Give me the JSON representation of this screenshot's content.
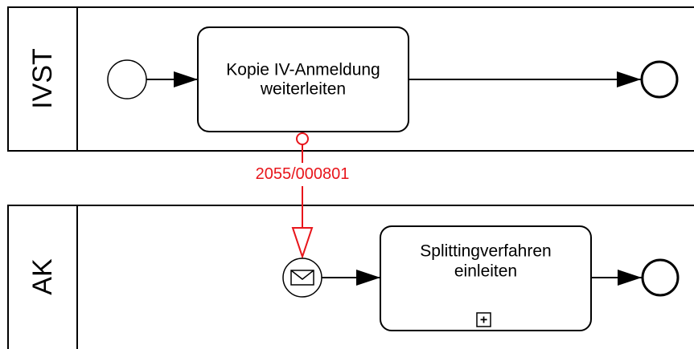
{
  "pools": [
    {
      "name": "IVST"
    },
    {
      "name": "AK"
    }
  ],
  "tasks": [
    {
      "lines": [
        "Kopie IV-Anmeldung",
        "weiterleiten"
      ]
    },
    {
      "lines": [
        "Splittingverfahren",
        "einleiten"
      ],
      "subprocess_marker": "+"
    }
  ],
  "message_flow": {
    "label": "2055/000801",
    "color": "#e8151b"
  },
  "colors": {
    "stroke": "#000000",
    "fill": "#ffffff"
  }
}
